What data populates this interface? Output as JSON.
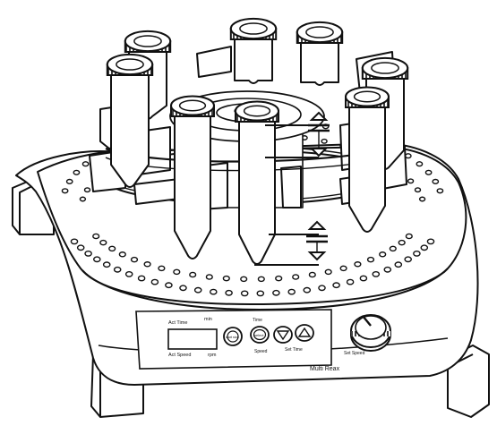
{
  "panel": {
    "act_time_label": "Act Time",
    "min_unit": "min",
    "act_speed_label": "Act Speed",
    "rpm_unit": "rpm",
    "start_stop_label": "start stop",
    "time_label": "Time",
    "select_label": "select",
    "speed_label": "Speed",
    "set_time_label": "Set Time",
    "set_speed_label": "Set Speed",
    "brand_label": "Multi Reax"
  },
  "icons": {
    "down_button": "triangle-down-icon",
    "up_button": "triangle-up-icon",
    "level_upper": "fill-level-marker-icon",
    "level_lower": "fill-level-marker-icon"
  },
  "colors": {
    "stroke": "#111111",
    "background": "#ffffff"
  }
}
